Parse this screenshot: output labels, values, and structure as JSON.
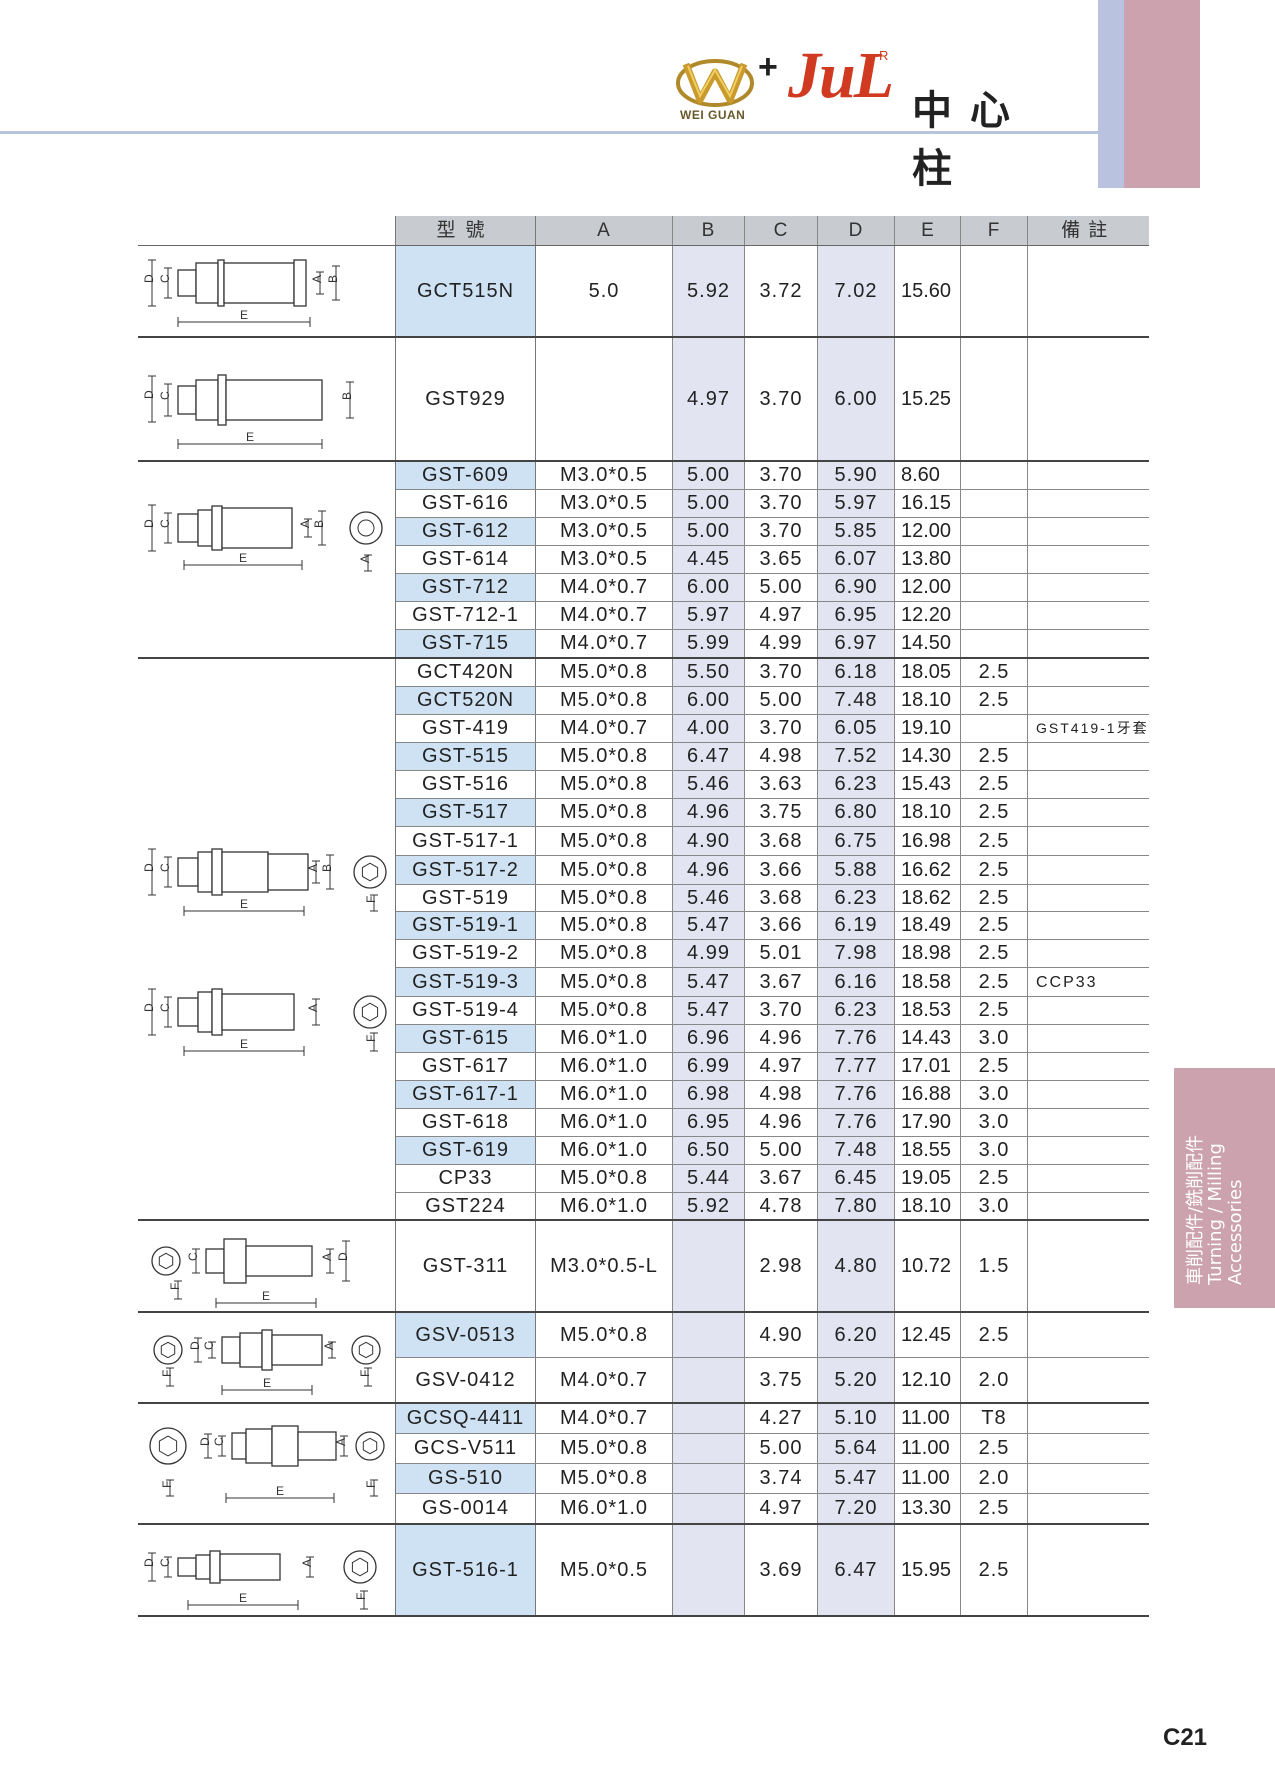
{
  "brand": {
    "logo_sub": "WEI GUAN",
    "plus": "+",
    "jul": "JuL",
    "reg": "R",
    "cn_title": "中心柱"
  },
  "side_tab": {
    "cn": "車削配件/銑削配件",
    "en1": "Turning / Milling",
    "en2": "Accessories"
  },
  "page_number": "C21",
  "headers": {
    "model": "型號",
    "a": "A",
    "b": "B",
    "c": "C",
    "d": "D",
    "e": "E",
    "f": "F",
    "note": "備註"
  },
  "rows": [
    {
      "model": "GCT515N",
      "a": "5.0",
      "b": "5.92",
      "c": "3.72",
      "d": "7.02",
      "e": "15.60",
      "f": "",
      "note": ""
    },
    {
      "model": "GST929",
      "a": "",
      "b": "4.97",
      "c": "3.70",
      "d": "6.00",
      "e": "15.25",
      "f": "",
      "note": ""
    },
    {
      "model": "GST-609",
      "a": "M3.0*0.5",
      "b": "5.00",
      "c": "3.70",
      "d": "5.90",
      "e": "8.60",
      "f": "",
      "note": ""
    },
    {
      "model": "GST-616",
      "a": "M3.0*0.5",
      "b": "5.00",
      "c": "3.70",
      "d": "5.97",
      "e": "16.15",
      "f": "",
      "note": ""
    },
    {
      "model": "GST-612",
      "a": "M3.0*0.5",
      "b": "5.00",
      "c": "3.70",
      "d": "5.85",
      "e": "12.00",
      "f": "",
      "note": ""
    },
    {
      "model": "GST-614",
      "a": "M3.0*0.5",
      "b": "4.45",
      "c": "3.65",
      "d": "6.07",
      "e": "13.80",
      "f": "",
      "note": ""
    },
    {
      "model": "GST-712",
      "a": "M4.0*0.7",
      "b": "6.00",
      "c": "5.00",
      "d": "6.90",
      "e": "12.00",
      "f": "",
      "note": ""
    },
    {
      "model": "GST-712-1",
      "a": "M4.0*0.7",
      "b": "5.97",
      "c": "4.97",
      "d": "6.95",
      "e": "12.20",
      "f": "",
      "note": ""
    },
    {
      "model": "GST-715",
      "a": "M4.0*0.7",
      "b": "5.99",
      "c": "4.99",
      "d": "6.97",
      "e": "14.50",
      "f": "",
      "note": ""
    },
    {
      "model": "GCT420N",
      "a": "M5.0*0.8",
      "b": "5.50",
      "c": "3.70",
      "d": "6.18",
      "e": "18.05",
      "f": "2.5",
      "note": ""
    },
    {
      "model": "GCT520N",
      "a": "M5.0*0.8",
      "b": "6.00",
      "c": "5.00",
      "d": "7.48",
      "e": "18.10",
      "f": "2.5",
      "note": ""
    },
    {
      "model": "GST-419",
      "a": "M4.0*0.7",
      "b": "4.00",
      "c": "3.70",
      "d": "6.05",
      "e": "19.10",
      "f": "",
      "note": "GST419-1牙套"
    },
    {
      "model": "GST-515",
      "a": "M5.0*0.8",
      "b": "6.47",
      "c": "4.98",
      "d": "7.52",
      "e": "14.30",
      "f": "2.5",
      "note": ""
    },
    {
      "model": "GST-516",
      "a": "M5.0*0.8",
      "b": "5.46",
      "c": "3.63",
      "d": "6.23",
      "e": "15.43",
      "f": "2.5",
      "note": ""
    },
    {
      "model": "GST-517",
      "a": "M5.0*0.8",
      "b": "4.96",
      "c": "3.75",
      "d": "6.80",
      "e": "18.10",
      "f": "2.5",
      "note": ""
    },
    {
      "model": "GST-517-1",
      "a": "M5.0*0.8",
      "b": "4.90",
      "c": "3.68",
      "d": "6.75",
      "e": "16.98",
      "f": "2.5",
      "note": ""
    },
    {
      "model": "GST-517-2",
      "a": "M5.0*0.8",
      "b": "4.96",
      "c": "3.66",
      "d": "5.88",
      "e": "16.62",
      "f": "2.5",
      "note": ""
    },
    {
      "model": "GST-519",
      "a": "M5.0*0.8",
      "b": "5.46",
      "c": "3.68",
      "d": "6.23",
      "e": "18.62",
      "f": "2.5",
      "note": ""
    },
    {
      "model": "GST-519-1",
      "a": "M5.0*0.8",
      "b": "5.47",
      "c": "3.66",
      "d": "6.19",
      "e": "18.49",
      "f": "2.5",
      "note": ""
    },
    {
      "model": "GST-519-2",
      "a": "M5.0*0.8",
      "b": "4.99",
      "c": "5.01",
      "d": "7.98",
      "e": "18.98",
      "f": "2.5",
      "note": ""
    },
    {
      "model": "GST-519-3",
      "a": "M5.0*0.8",
      "b": "5.47",
      "c": "3.67",
      "d": "6.16",
      "e": "18.58",
      "f": "2.5",
      "note": "CCP33"
    },
    {
      "model": "GST-519-4",
      "a": "M5.0*0.8",
      "b": "5.47",
      "c": "3.70",
      "d": "6.23",
      "e": "18.53",
      "f": "2.5",
      "note": ""
    },
    {
      "model": "GST-615",
      "a": "M6.0*1.0",
      "b": "6.96",
      "c": "4.96",
      "d": "7.76",
      "e": "14.43",
      "f": "3.0",
      "note": ""
    },
    {
      "model": "GST-617",
      "a": "M6.0*1.0",
      "b": "6.99",
      "c": "4.97",
      "d": "7.77",
      "e": "17.01",
      "f": "2.5",
      "note": ""
    },
    {
      "model": "GST-617-1",
      "a": "M6.0*1.0",
      "b": "6.98",
      "c": "4.98",
      "d": "7.76",
      "e": "16.88",
      "f": "3.0",
      "note": ""
    },
    {
      "model": "GST-618",
      "a": "M6.0*1.0",
      "b": "6.95",
      "c": "4.96",
      "d": "7.76",
      "e": "17.90",
      "f": "3.0",
      "note": ""
    },
    {
      "model": "GST-619",
      "a": "M6.0*1.0",
      "b": "6.50",
      "c": "5.00",
      "d": "7.48",
      "e": "18.55",
      "f": "3.0",
      "note": ""
    },
    {
      "model": "CP33",
      "a": "M5.0*0.8",
      "b": "5.44",
      "c": "3.67",
      "d": "6.45",
      "e": "19.05",
      "f": "2.5",
      "note": ""
    },
    {
      "model": "GST224",
      "a": "M6.0*1.0",
      "b": "5.92",
      "c": "4.78",
      "d": "7.80",
      "e": "18.10",
      "f": "3.0",
      "note": ""
    },
    {
      "model": "GST-311",
      "a": "M3.0*0.5-L",
      "b": "",
      "c": "2.98",
      "d": "4.80",
      "e": "10.72",
      "f": "1.5",
      "note": ""
    },
    {
      "model": "GSV-0513",
      "a": "M5.0*0.8",
      "b": "",
      "c": "4.90",
      "d": "6.20",
      "e": "12.45",
      "f": "2.5",
      "note": ""
    },
    {
      "model": "GSV-0412",
      "a": "M4.0*0.7",
      "b": "",
      "c": "3.75",
      "d": "5.20",
      "e": "12.10",
      "f": "2.0",
      "note": ""
    },
    {
      "model": "GCSQ-4411",
      "a": "M4.0*0.7",
      "b": "",
      "c": "4.27",
      "d": "5.10",
      "e": "11.00",
      "f": "T8",
      "note": ""
    },
    {
      "model": "GCS-V511",
      "a": "M5.0*0.8",
      "b": "",
      "c": "5.00",
      "d": "5.64",
      "e": "11.00",
      "f": "2.5",
      "note": ""
    },
    {
      "model": "GS-510",
      "a": "M5.0*0.8",
      "b": "",
      "c": "3.74",
      "d": "5.47",
      "e": "11.00",
      "f": "2.0",
      "note": ""
    },
    {
      "model": "GS-0014",
      "a": "M6.0*1.0",
      "b": "",
      "c": "4.97",
      "d": "7.20",
      "e": "13.30",
      "f": "2.5",
      "note": ""
    },
    {
      "model": "GST-516-1",
      "a": "M5.0*0.5",
      "b": "",
      "c": "3.69",
      "d": "6.47",
      "e": "15.95",
      "f": "2.5",
      "note": ""
    }
  ],
  "diagram_labels": {
    "a": "A",
    "b": "B",
    "c": "C",
    "d": "D",
    "e": "E",
    "f": "F"
  }
}
